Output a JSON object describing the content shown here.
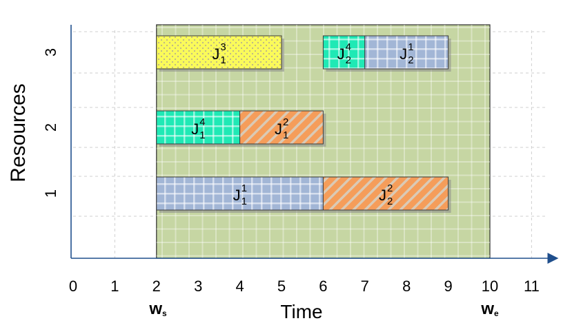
{
  "chart_data": {
    "type": "gantt",
    "xlabel": "Time",
    "ylabel": "Resources",
    "x_ticks": [
      "0",
      "1",
      "2",
      "3",
      "4",
      "5",
      "6",
      "7",
      "8",
      "9",
      "10",
      "11"
    ],
    "y_ticks": [
      "1",
      "2",
      "3"
    ],
    "xlim": [
      0,
      11.2
    ],
    "grid": true,
    "window": {
      "start": 2,
      "end": 10,
      "start_label": "w",
      "start_sub": "s",
      "end_label": "w",
      "end_sub": "e",
      "color": "#c6d6a3"
    },
    "tasks": [
      {
        "resource": 3,
        "start": 2,
        "end": 5,
        "label": "J",
        "sup": "3",
        "sub": "1",
        "fill": "#fafa5a",
        "pattern": "dots"
      },
      {
        "resource": 3,
        "start": 6,
        "end": 7,
        "label": "J",
        "sup": "4",
        "sub": "2",
        "fill": "#1fe9b5",
        "pattern": "grid"
      },
      {
        "resource": 3,
        "start": 7,
        "end": 9,
        "label": "J",
        "sup": "1",
        "sub": "2",
        "fill": "#a2b6d6",
        "pattern": "grid"
      },
      {
        "resource": 2,
        "start": 2,
        "end": 4,
        "label": "J",
        "sup": "4",
        "sub": "1",
        "fill": "#1fe9b5",
        "pattern": "grid"
      },
      {
        "resource": 2,
        "start": 4,
        "end": 6,
        "label": "J",
        "sup": "2",
        "sub": "1",
        "fill": "#f59d5a",
        "pattern": "stripes"
      },
      {
        "resource": 1,
        "start": 2,
        "end": 6,
        "label": "J",
        "sup": "1",
        "sub": "1",
        "fill": "#a2b6d6",
        "pattern": "grid"
      },
      {
        "resource": 1,
        "start": 6,
        "end": 9,
        "label": "J",
        "sup": "2",
        "sub": "2",
        "fill": "#f59d5a",
        "pattern": "stripes"
      }
    ],
    "colors": {
      "axis": "#1f4e8c",
      "grid": "#cfcfcf",
      "text": "#000000"
    }
  }
}
